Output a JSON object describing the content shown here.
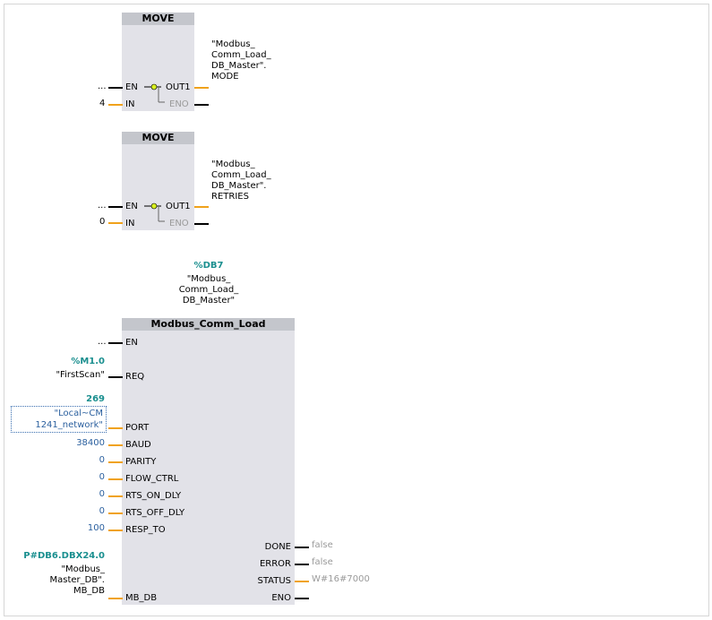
{
  "move1": {
    "title": "MOVE",
    "en_pin": "EN",
    "in_pin": "IN",
    "out_pin": "OUT1",
    "eno_pin": "ENO",
    "en_value": "...",
    "in_value": "4",
    "out_operand": [
      "\"Modbus_",
      "Comm_Load_",
      "DB_Master\".",
      "MODE"
    ]
  },
  "move2": {
    "title": "MOVE",
    "en_pin": "EN",
    "in_pin": "IN",
    "out_pin": "OUT1",
    "eno_pin": "ENO",
    "en_value": "...",
    "in_value": "0",
    "out_operand": [
      "\"Modbus_",
      "Comm_Load_",
      "DB_Master\".",
      "RETRIES"
    ]
  },
  "comm_load": {
    "db_address": "%DB7",
    "db_name": [
      "\"Modbus_",
      "Comm_Load_",
      "DB_Master\""
    ],
    "title": "Modbus_Comm_Load",
    "en_pin": "EN",
    "en_value": "...",
    "inputs": [
      {
        "pin": "REQ",
        "address": "%M1.0",
        "value": "\"FirstScan\""
      },
      {
        "pin": "PORT",
        "address": "269",
        "value_lines": [
          "\"Local~CM",
          "1241_network\""
        ]
      },
      {
        "pin": "BAUD",
        "value": "38400"
      },
      {
        "pin": "PARITY",
        "value": "0"
      },
      {
        "pin": "FLOW_CTRL",
        "value": "0"
      },
      {
        "pin": "RTS_ON_DLY",
        "value": "0"
      },
      {
        "pin": "RTS_OFF_DLY",
        "value": "0"
      },
      {
        "pin": "RESP_TO",
        "value": "100"
      },
      {
        "pin": "MB_DB",
        "address": "P#DB6.DBX24.0",
        "value_lines": [
          "\"Modbus_",
          "Master_DB\".",
          "MB_DB"
        ]
      }
    ],
    "outputs": [
      {
        "pin": "DONE",
        "value": "false"
      },
      {
        "pin": "ERROR",
        "value": "false"
      },
      {
        "pin": "STATUS",
        "value": "W#16#7000"
      },
      {
        "pin": "ENO",
        "value": ""
      }
    ]
  },
  "colors": {
    "block_body": "#e2e2e8",
    "block_header": "#c4c6cc",
    "connector": "#f0a21b",
    "address_teal": "#1a8f8f",
    "constant_blue": "#2a5f9e"
  }
}
